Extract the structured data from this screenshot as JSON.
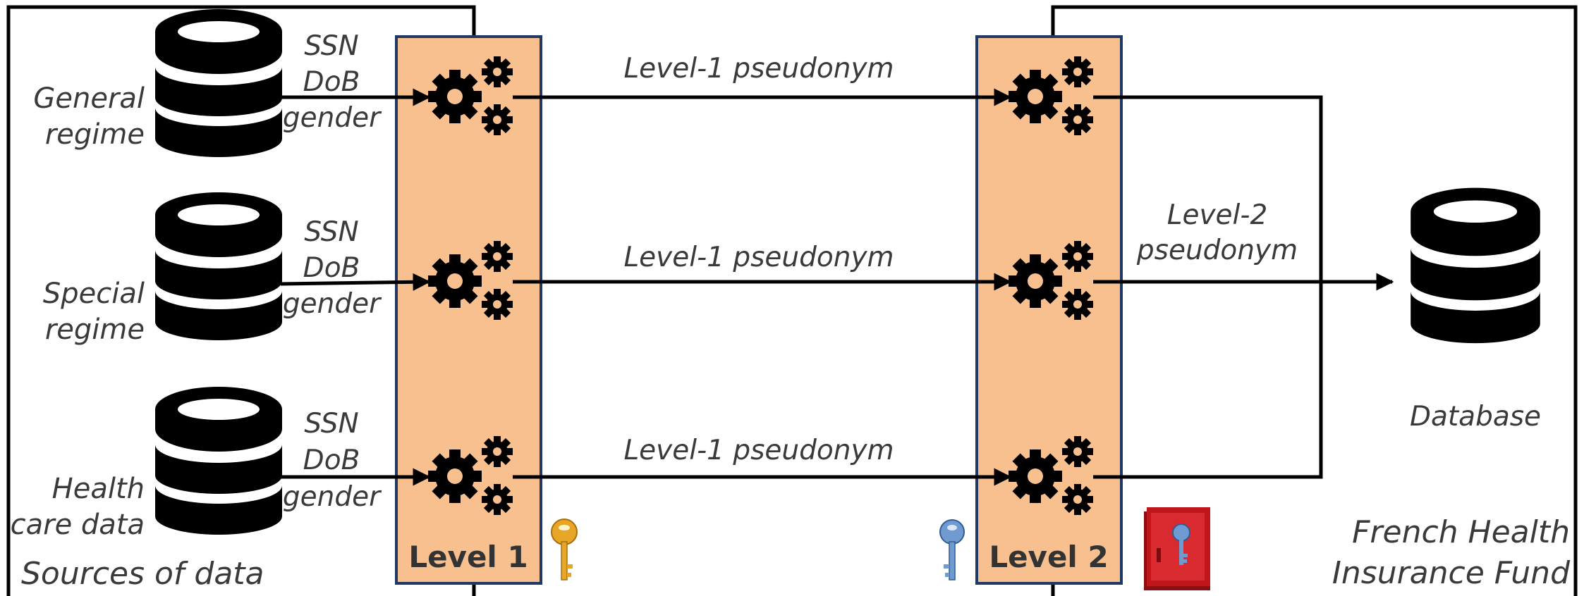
{
  "colors": {
    "level_box_fill": "#f9c08f",
    "level_box_stroke": "#1f3864",
    "line": "#000000",
    "text": "#3a3a3a",
    "gold_key": "#e8a628",
    "blue_key": "#6f9bd1",
    "safe_red": "#c0161b"
  },
  "sources": {
    "title": "Sources of data",
    "items": [
      {
        "name_line1": "General",
        "name_line2": "regime",
        "fields": [
          "SSN",
          "DoB",
          "gender"
        ]
      },
      {
        "name_line1": "Special",
        "name_line2": "regime",
        "fields": [
          "SSN",
          "DoB",
          "gender"
        ]
      },
      {
        "name_line1": "Health",
        "name_line2": "care data",
        "fields": [
          "SSN",
          "DoB",
          "gender"
        ]
      }
    ]
  },
  "levels": {
    "level1": {
      "label": "Level 1",
      "key_icon": "gold-key-icon"
    },
    "level2": {
      "label": "Level 2",
      "key_icon": "blue-key-icon",
      "safe_icon": "red-safe-icon"
    }
  },
  "pseudonyms": {
    "level1": "Level-1 pseudonym",
    "level2_line1": "Level-2",
    "level2_line2": "pseudonym"
  },
  "destination": {
    "db_label": "Database",
    "title_line1": "French Health",
    "title_line2": "Insurance Fund"
  }
}
